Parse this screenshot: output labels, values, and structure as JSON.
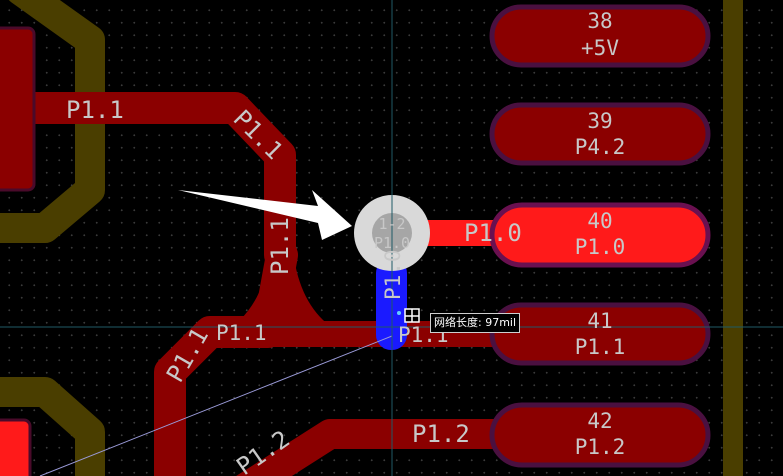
{
  "colors": {
    "background": "#000000",
    "top_copper": "#8b0000",
    "highlight_net": "#ff1a1a",
    "selected_track": "#1a1aff",
    "silkscreen_keepout": "#4a3e00",
    "via": "#d9d9d9",
    "ratsnest": "#9a9ad8"
  },
  "pads": [
    {
      "number": "38",
      "net": "+5V"
    },
    {
      "number": "39",
      "net": "P4.2"
    },
    {
      "number": "40",
      "net": "P1.0"
    },
    {
      "number": "41",
      "net": "P1.1"
    },
    {
      "number": "42",
      "net": "P1.2"
    }
  ],
  "track_labels": {
    "p11_left": "P1.1",
    "p11_diag": "P1.1",
    "p11_vert": "P1.1",
    "p11_mid": "P1.1",
    "p11_lower_diag": "P1.1",
    "p11_right": "P1.1",
    "p10_track": "P1.0",
    "p12_track": "P1.2",
    "p12_diag": "P1.2",
    "selected_track": "P1.0"
  },
  "via": {
    "label_top": "1-2",
    "label_net": "P1.0"
  },
  "tooltip": {
    "text": "网络长度: 97mil"
  },
  "cursor_icon": "crosshair-cursor-icon",
  "arrow_icon": "white-arrow-annotation-icon"
}
